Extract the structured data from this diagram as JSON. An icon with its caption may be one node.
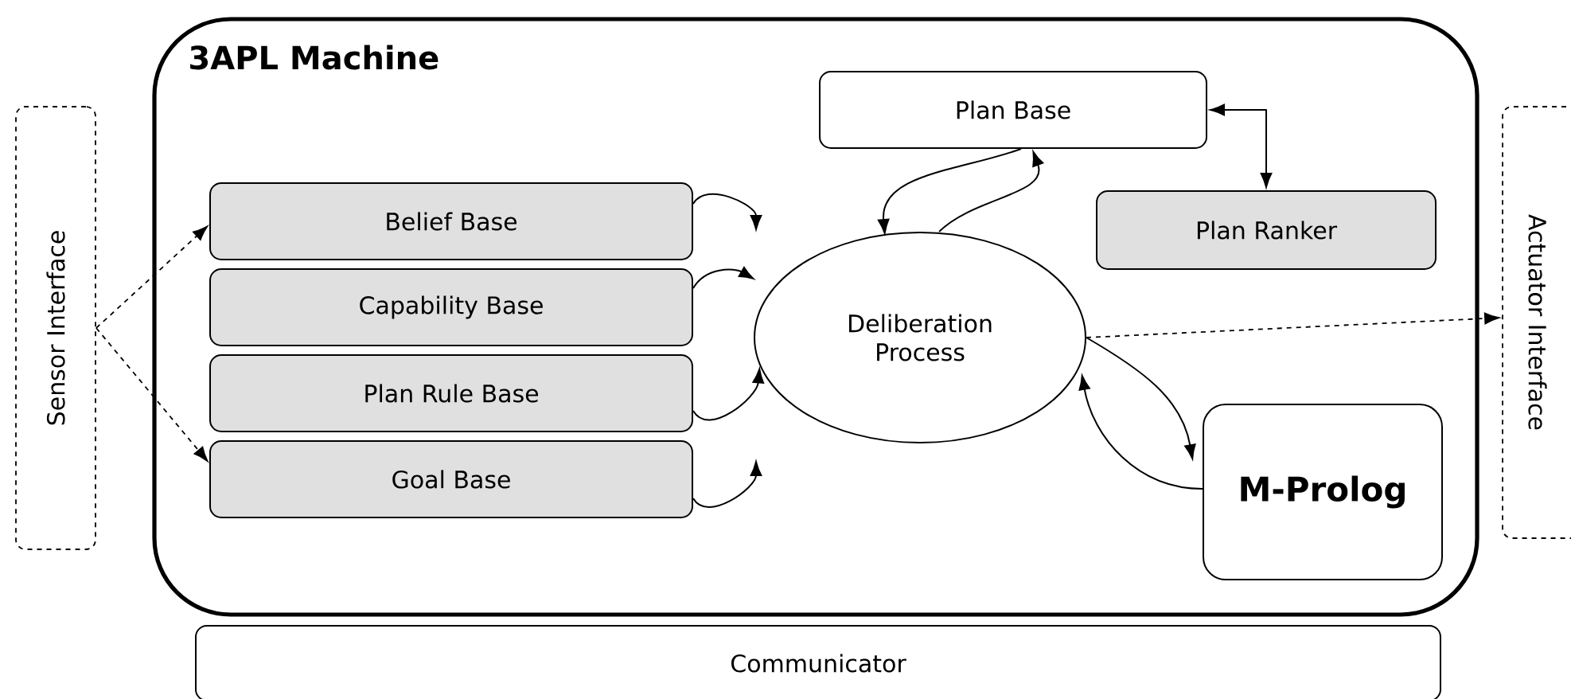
{
  "diagram": {
    "nodes": [
      {
        "text": [
          "3APL Machine"
        ]
      },
      {
        "text": [
          "Sensor Interface"
        ]
      },
      {
        "text": [
          "Belief Base"
        ],
        "in": 0
      },
      {
        "text": [
          "Capability Base"
        ],
        "in": 0
      },
      {
        "text": [
          "Plan Rule Base"
        ],
        "in": 0
      },
      {
        "text": [
          "Goal Base"
        ],
        "in": 0
      },
      {
        "text": [
          "Plan Base"
        ],
        "in": 0
      },
      {
        "text": [
          "Plan Ranker"
        ],
        "in": 0
      },
      {
        "text": [
          "Deliberation Process"
        ],
        "in": 0
      },
      {
        "text": [
          "M-Prolog"
        ],
        "in": 0
      },
      {
        "text": [
          "Actuator Interface"
        ]
      },
      {
        "text": [
          "Communicator"
        ]
      }
    ],
    "edges": [
      {
        "from": 1,
        "to": 2,
        "arrow": "to",
        "style": "dashed"
      },
      {
        "from": 1,
        "to": 5,
        "arrow": "to",
        "style": "dashed"
      },
      {
        "from": 2,
        "to": null,
        "arrow": "to"
      },
      {
        "from": 3,
        "to": null,
        "arrow": "to"
      },
      {
        "from": 4,
        "to": 8,
        "arrow": "to"
      },
      {
        "from": 5,
        "to": null,
        "arrow": "to"
      },
      {
        "from": 6,
        "to": 8,
        "arrow": "to"
      },
      {
        "from": 8,
        "to": 6,
        "arrow": "to"
      },
      {
        "from": 6,
        "to": 7,
        "arrow": "both"
      },
      {
        "from": 8,
        "to": 9,
        "arrow": "to"
      },
      {
        "from": 9,
        "to": 8,
        "arrow": "to"
      },
      {
        "from": 8,
        "to": 10,
        "arrow": "to",
        "style": "dashed"
      }
    ]
  }
}
